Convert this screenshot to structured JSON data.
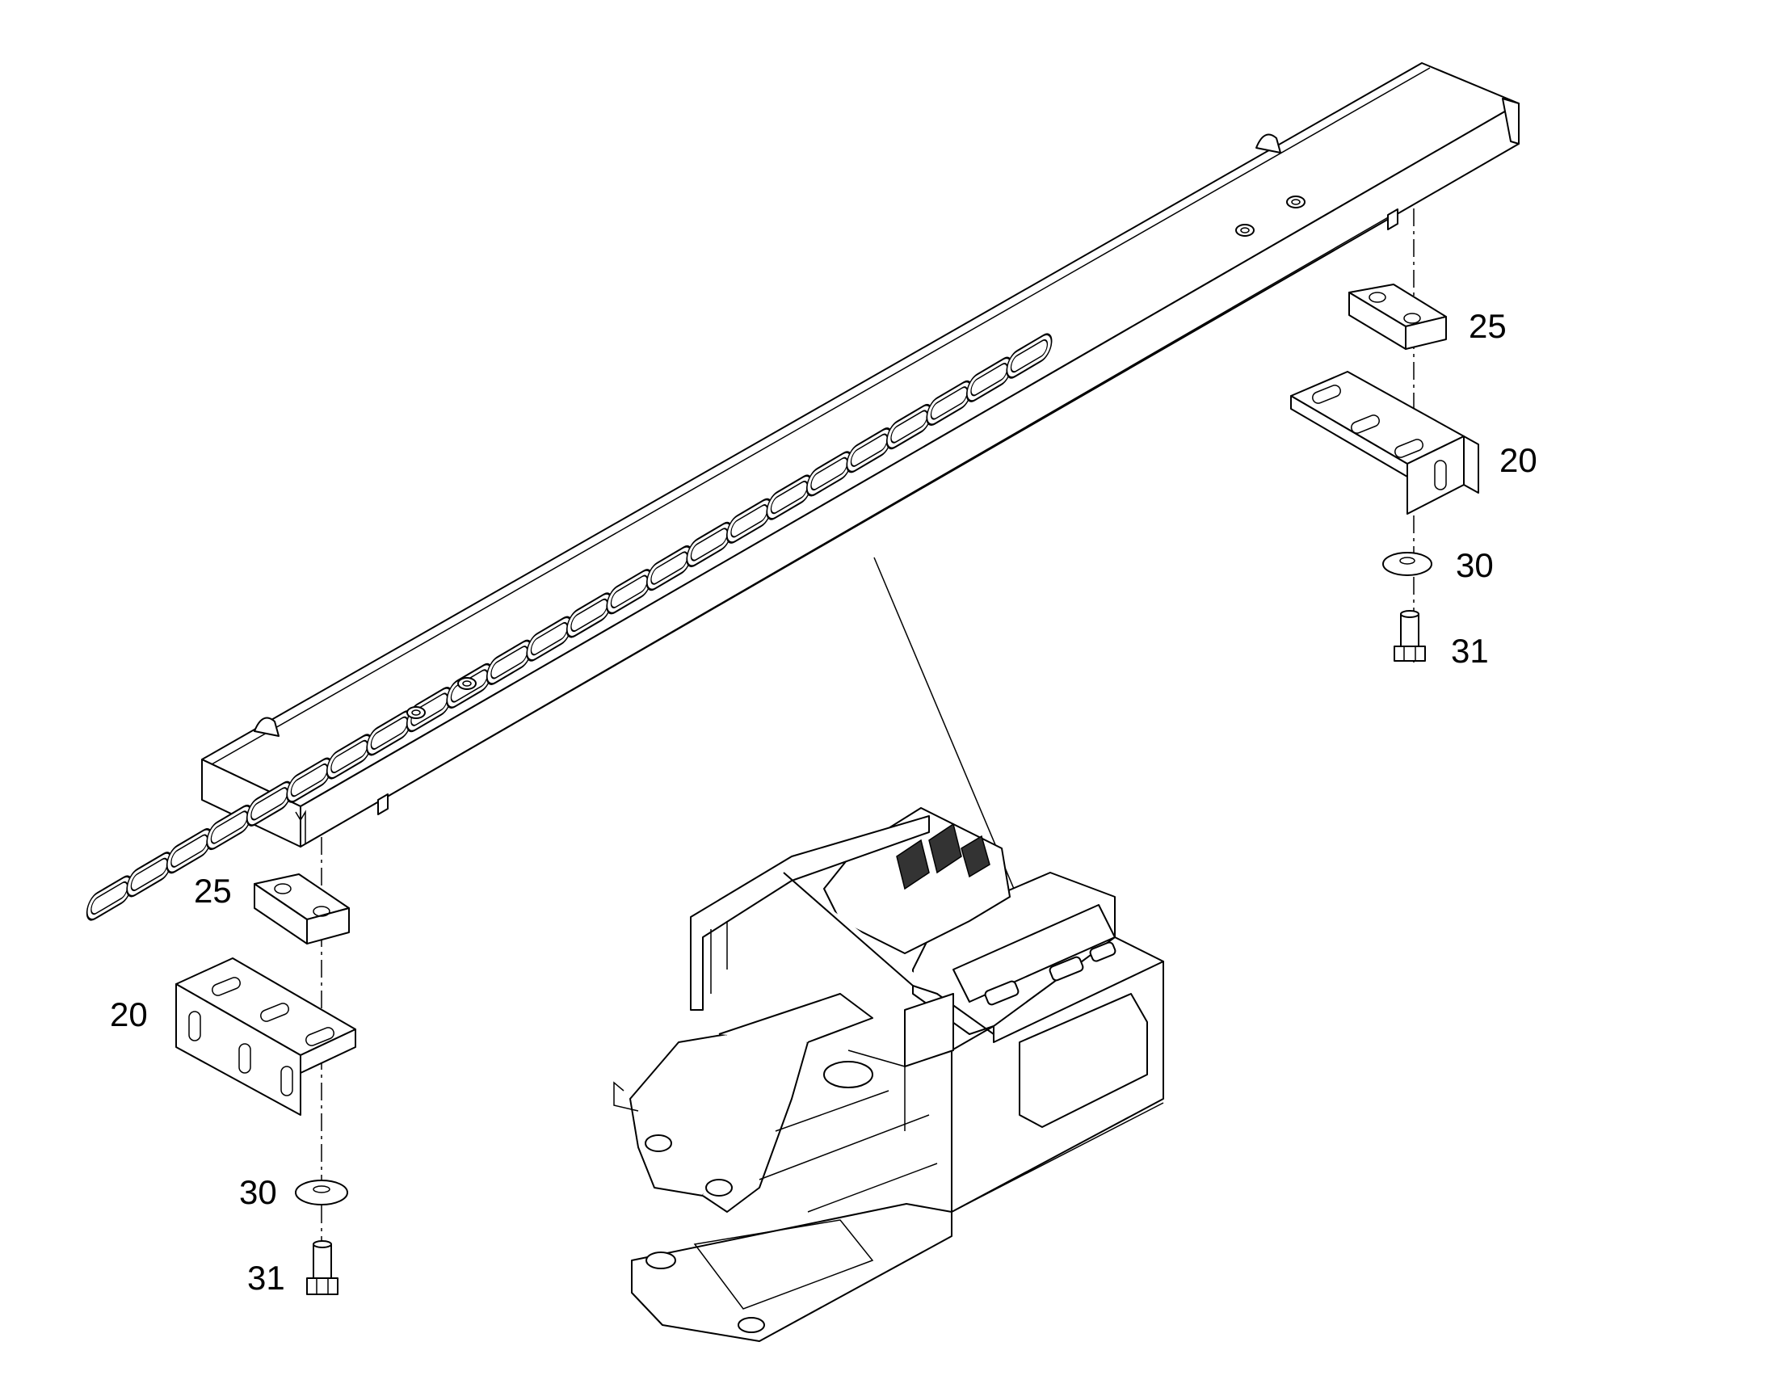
{
  "labels": {
    "right_spacer": "25",
    "right_bracket": "20",
    "right_washer": "30",
    "right_bolt": "31",
    "left_spacer": "25",
    "left_bracket": "20",
    "left_washer": "30",
    "left_bolt": "31"
  },
  "colors": {
    "line": "#000000",
    "background": "#ffffff"
  }
}
